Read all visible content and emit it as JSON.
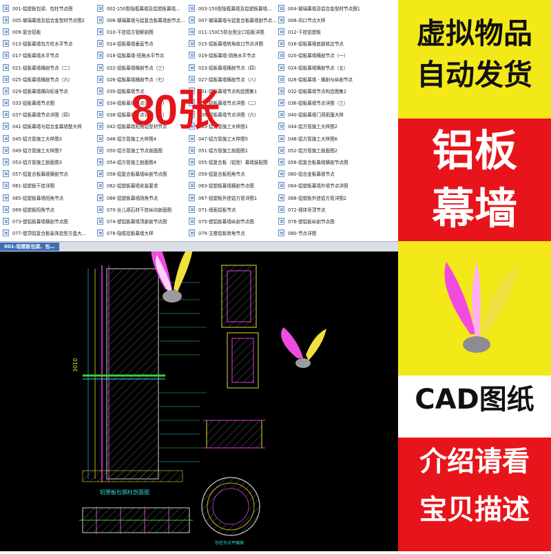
{
  "file_list": {
    "columns": [
      [
        "001-铝塑板包梁、包柱节点图",
        "005-玻璃幕墙及铝合金型材节点图2",
        "009-复合铝板",
        "013-铝板幕墙包方柱水平节点",
        "017-铝板幕墙水平节点",
        "021-铝板幕墙横剖节点（二）",
        "025-铝板幕墙横剖节点（六）",
        "029-铝板幕墙横向标准节点",
        "033-铝板幕墙节点图",
        "037-铝板幕墙节点详图（四）",
        "041-铝板幕墙与铝合金幕墙整大样",
        "045-铝方管施工大样图3",
        "049-铝方管施工大样图7",
        "053-铝方管施工剖面图3",
        "057-铝复合板幕墙横剖节点",
        "061-铝塑板干挂详图",
        "065-铝塑板幕墙阳角节点",
        "069-铝塑板阳角节点",
        "073-塑铝板幕墙横剖节点图",
        "077-塑顶铝复合板装饰造型方盒大…"
      ],
      [
        "002-150型隐框幕墙及铝塑板幕墙…",
        "006-玻璃幕墙与铝复合板幕墙剖节点…",
        "010-干挂铝方管解剖图",
        "014-铝板幕墙垂直节点",
        "018-铝板幕墙-阳角水平节点",
        "022-铝板幕墙横剖节点（三）",
        "026-铝板幕墙横剖节点（七）",
        "030-铝板幕墙节点",
        "034-铝板幕墙节点详图（一）",
        "038-铝板幕墙节点详图（五）",
        "042-铝板幕墙阳角铝型材节点",
        "046-铝方管施工大样图4",
        "050-铝方管施工节点剖面图",
        "054-铝方管施工剖面图4",
        "058-铝复合板幕墙纵剖节点图",
        "062-铝塑板幕墙安装要求",
        "066-铝塑板幕墙阴角节点",
        "070-女儿墙石材干挂纵向剖面图",
        "074-塑铝板幕墙顶部剖节点图",
        "078-隐框铝板幕墙大样"
      ],
      [
        "003-150型隐框幕墙及铝塑板幕墙…",
        "007-玻璃幕墙与铝复合板幕墙剖节点…",
        "011-150C5防台型企口铝板详图",
        "015-铝板幕墙转角收口节点详图",
        "019-铝板幕墙-阴角水平节点",
        "023-铝板幕墙横剖节点（四）",
        "027-铝板幕墙横剖节点（八）",
        "031-铝板幕墙节点构造图集1",
        "035-铝板幕墙节点详图（二）",
        "039-铝板幕墙节点详图（六）",
        "043-铝方管施工大样图1",
        "047-铝方管施工大样图5",
        "051-铝方管施工剖面图1",
        "055-铝复合板（铝型）幕墙装配图",
        "059-铝复合板阳角节点",
        "063-铝塑板幕墙横剖节点图",
        "067-铝塑板外挂铝方管详图1",
        "071-墙面铝板节点",
        "075-塑铝板幕墙纵剖节点图",
        "079-主楼铝板转角节点"
      ],
      [
        "004-玻璃幕墙及铝合金型材节点图1",
        "008-风口节点大样",
        "012-干挂铝塑板",
        "016-铝板幕墙底部收边节点",
        "020-铝板幕墙横剖节点（一）",
        "024-铝板幕墙横剖节点（五）",
        "028-铝板幕墙 - 横剖与纵剖节点",
        "032-铝板幕墙节点构造图集2",
        "036-铝板幕墙节点详图（三）",
        "040-铝板幕墙门洞雨篷大样",
        "044-铝方管施工大样图2",
        "048-铝方管施工大样图6",
        "052-铝方管施工剖面图2",
        "056-铝复合板幕墙横剖节点图",
        "060-铝合金板幕墙节点",
        "064-铝塑板幕墙外墙节点详图",
        "068-铝塑板外挂铝方管详图2",
        "072-墙体吊顶节点",
        "076-塑铝板纵剖节点图",
        "080-节点详图"
      ]
    ],
    "overlay_count": "80张"
  },
  "cad": {
    "tab_label": "001-铝塑板包梁、包…",
    "dimension_label": "3010",
    "main_caption": "铝塑板包钢柱剖面图",
    "bottom_caption": "包柱节点平面图"
  },
  "banner": {
    "line1": "虚拟物品",
    "line2": "自动发货",
    "product_line1": "铝板",
    "product_line2": "幕墙",
    "cad_label": "CAD图纸",
    "note_line1": "介绍请看",
    "note_line2": "宝贝描述"
  },
  "colors": {
    "red": "#e8141b",
    "yellow": "#f3e919",
    "cad_background": "#000000",
    "cad_line_cyan": "#33e0e0",
    "cad_line_magenta": "#e040e0",
    "cad_line_green": "#38d040",
    "cad_line_yellow": "#e6e030"
  },
  "icons": [
    "document-icon",
    "shuttlecock-decoration"
  ]
}
